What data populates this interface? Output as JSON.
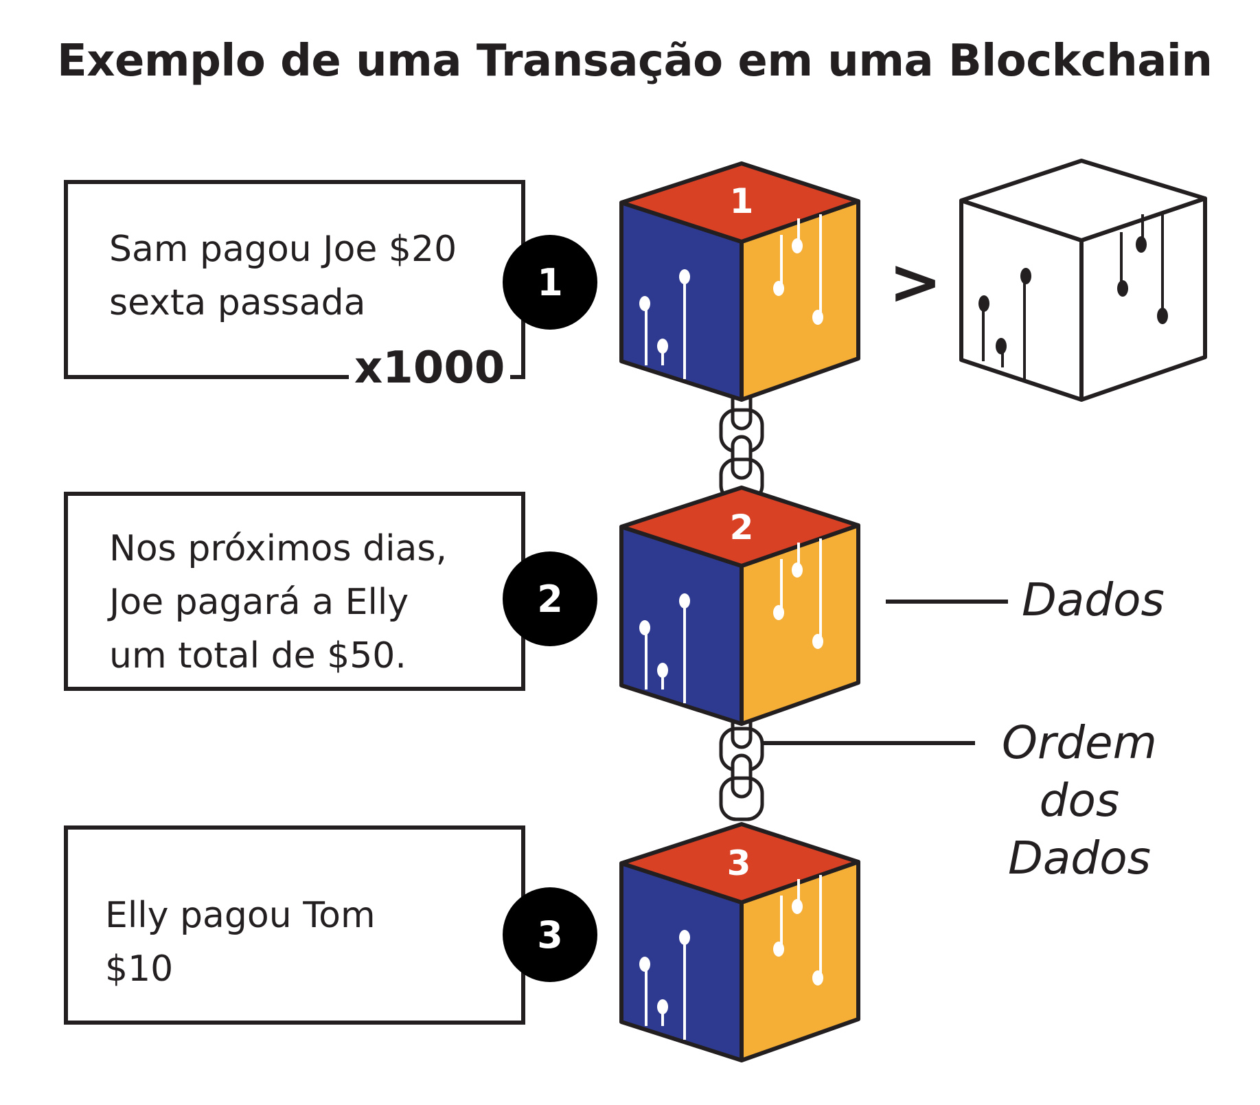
{
  "title": "Exemplo de uma Transação em uma Blockchain",
  "transactions": [
    {
      "number": "1",
      "text": "Sam pagou Joe $20\nsexta passada",
      "multiplier": "x1000"
    },
    {
      "number": "2",
      "text": "Nos próximos dias,\nJoe pagará a Elly\num total de $50."
    },
    {
      "number": "3",
      "text": "Elly pagou Tom\n$10"
    }
  ],
  "blocks": [
    {
      "number": "1"
    },
    {
      "number": "2"
    },
    {
      "number": "3"
    }
  ],
  "comparison_symbol": ">",
  "labels": {
    "data": "Dados",
    "order": "Ordem\ndos\nDados"
  },
  "colors": {
    "block_top": "#d94125",
    "block_left": "#2e3a8f",
    "block_right": "#f5ae36",
    "outline": "#231f20",
    "badge": "#000000"
  },
  "icons": [
    "chain-link-icon",
    "circuit-line-icon",
    "outline-cube-icon"
  ]
}
